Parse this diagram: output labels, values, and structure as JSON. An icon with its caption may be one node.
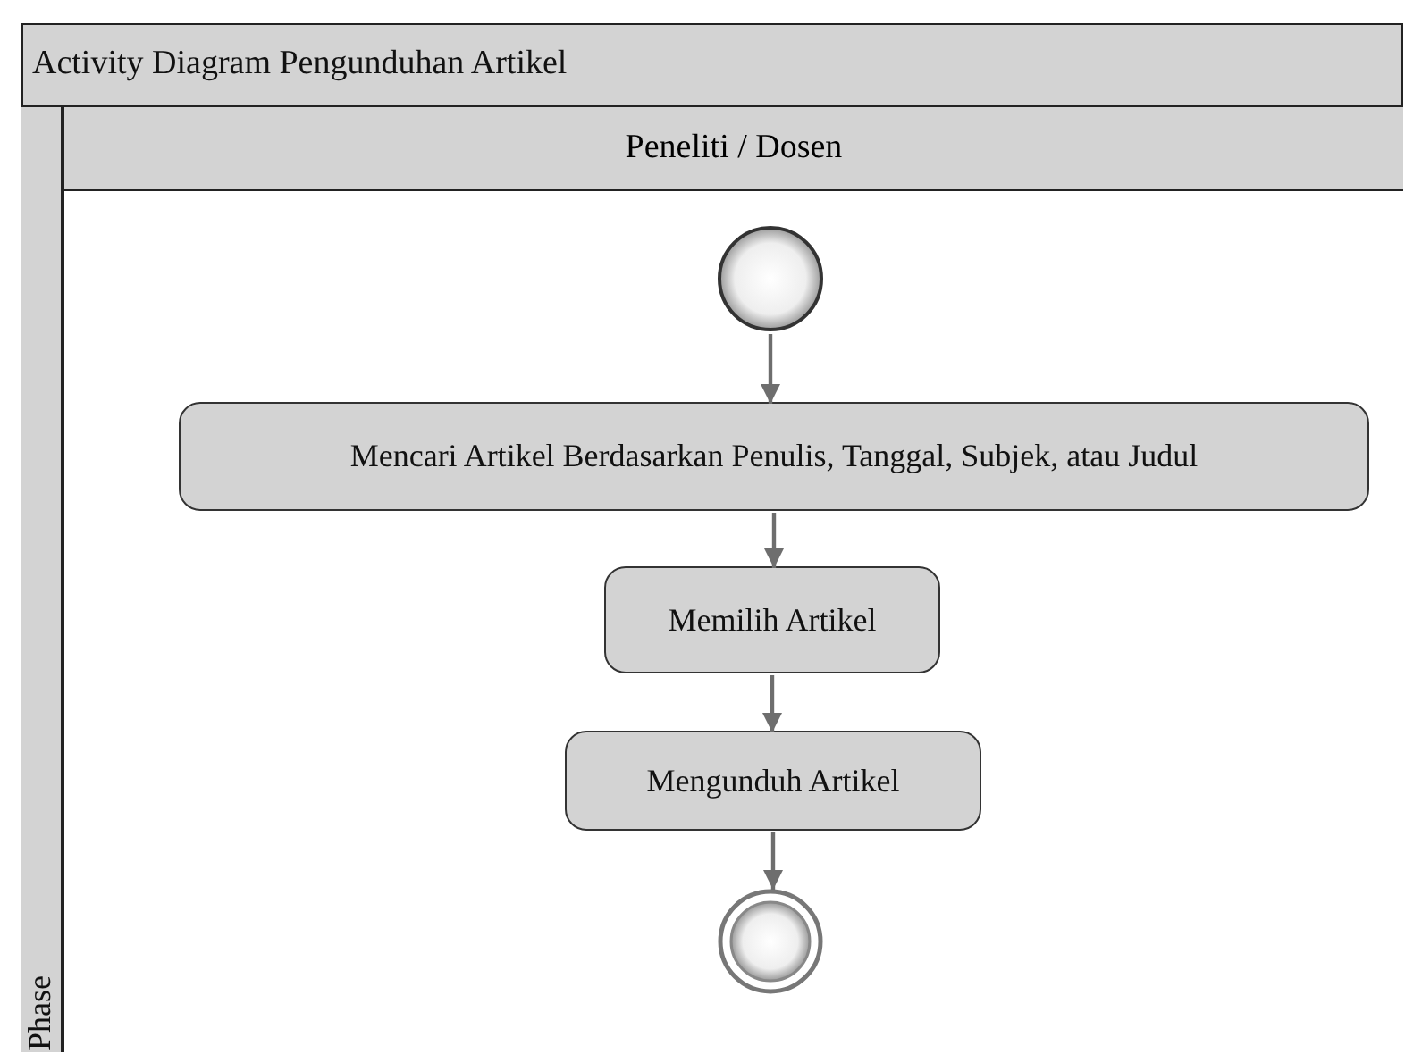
{
  "diagram": {
    "nodes": [
      {
        "text": [
          "Activity Diagram Pengunduhan Artikel"
        ]
      },
      {
        "text": [
          "Peneliti / Dosen"
        ],
        "in": 0
      },
      {
        "text": [
          "Phase"
        ],
        "in": 0
      },
      {
        "text": [],
        "shape": "circle",
        "in": 1
      },
      {
        "text": [
          "Mencari Artikel Berdasarkan Penulis, Tanggal, Subjek, atau Judul"
        ],
        "in": 1
      },
      {
        "text": [
          "Memilih Artikel"
        ],
        "in": 1
      },
      {
        "text": [
          "Mengunduh Artikel"
        ],
        "in": 1
      },
      {
        "text": [],
        "shape": "circle",
        "in": 1
      }
    ],
    "edges": [
      {
        "from": 3,
        "to": 4,
        "arrow": "to"
      },
      {
        "from": 4,
        "to": 5,
        "arrow": "to"
      },
      {
        "from": 5,
        "to": 6,
        "arrow": "to"
      },
      {
        "from": 6,
        "to": 7,
        "arrow": "to"
      }
    ]
  }
}
